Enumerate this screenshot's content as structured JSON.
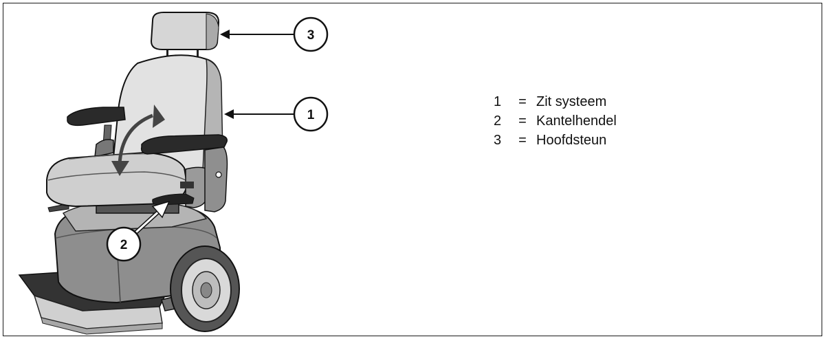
{
  "callouts": [
    {
      "id": "callout-1",
      "label": "1"
    },
    {
      "id": "callout-2",
      "label": "2"
    },
    {
      "id": "callout-3",
      "label": "3"
    }
  ],
  "legend": {
    "items": [
      {
        "number": "1",
        "separator": "=",
        "text": "Zit systeem"
      },
      {
        "number": "2",
        "separator": "=",
        "text": "Kantelhendel"
      },
      {
        "number": "3",
        "separator": "=",
        "text": "Hoofdsteun"
      }
    ]
  }
}
